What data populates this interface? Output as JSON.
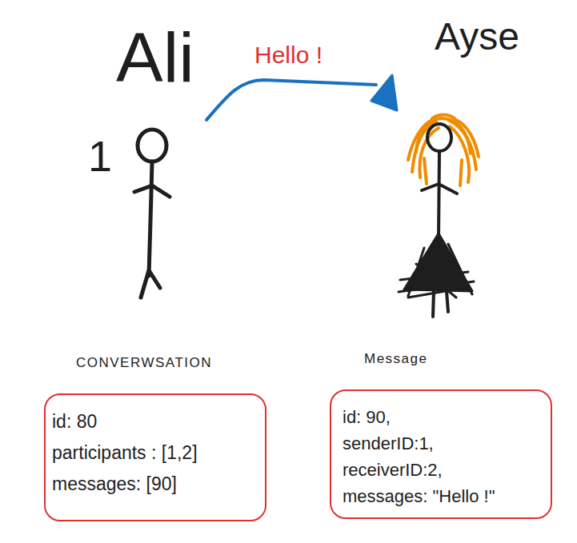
{
  "diagram": {
    "nodes": [
      {
        "text": [
          "CONVERWSATION",
          "id: 80",
          "participants : [1,2]",
          "messages: [90]"
        ]
      },
      {
        "text": [
          "Message",
          "id: 90,",
          "senderID:1,",
          "receiverID:2,",
          "messages: \"Hello !\""
        ]
      }
    ],
    "labels": [
      "Ali",
      "1",
      "Hello !",
      "Ayse"
    ]
  }
}
